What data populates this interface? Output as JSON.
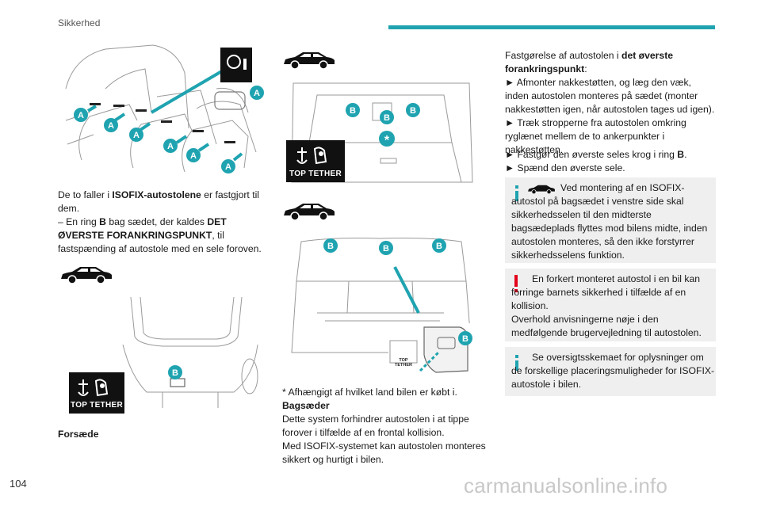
{
  "header": {
    "section_title": "Sikkerhed",
    "accent_color": "#1fa3b0"
  },
  "page_number": "104",
  "watermark": "carmanualsonline.info",
  "labels": {
    "A": "A",
    "B": "B",
    "star": "*",
    "top_tether": "TOP TETHER"
  },
  "col1": {
    "intro_pre": "De to faller i ",
    "intro_bold": "ISOFIX-autostolene",
    "intro_post": " er fastgjort til dem.",
    "bullet_pre": "– En ring ",
    "bullet_b": "B",
    "bullet_mid": " bag sædet, der kaldes ",
    "bullet_bold": "DET ØVERSTE FORANKRINGSPUNKT",
    "bullet_post": ", til fastspænding af autostole med en sele foroven.",
    "caption": "Forsæde"
  },
  "col2": {
    "footnote": "* Afhængigt af hvilket land bilen er købt i.",
    "subheading": "Bagsæder",
    "para1": "Dette system forhindrer autostolen i at tippe forover i tilfælde af en frontal kollision.",
    "para2": "Med ISOFIX-systemet kan autostolen monteres sikkert og hurtigt i bilen."
  },
  "col3": {
    "intro_pre": "Fastgørelse af autostolen i ",
    "intro_bold": "det øverste forankringspunkt",
    "intro_post": ":",
    "steps": [
      "► Afmonter nakkestøtten, og læg den væk, inden autostolen monteres på sædet (monter nakkestøtten igen, når autostolen tages ud igen).",
      "► Træk stropperne fra autostolen omkring ryglænet mellem de to ankerpunkter i nakkestøtten.",
      "► Fastgør den øverste seles krog i ring ",
      "► Spænd den øverste sele."
    ],
    "step3_b": "B",
    "step3_end": ".",
    "note1": "Ved montering af en ISOFIX-autostol på bagsædet i venstre side skal sikkerhedsselen til den midterste bagsædeplads flyttes mod bilens midte, inden autostolen monteres, så den ikke forstyrrer sikkerhedsselens funktion.",
    "warning": "En forkert monteret autostol i en bil kan forringe barnets sikkerhed i tilfælde af en kollision.\nOverhold anvisningerne nøje i den medfølgende brugervejledning til autostolen.",
    "note2": "Se oversigtsskemaet for oplysninger om de forskellige placeringsmuligheder for ISOFIX-autostole i bilen."
  },
  "colors": {
    "teal": "#1fa3b0",
    "red": "#e3001b",
    "note_bg": "#efefef"
  }
}
